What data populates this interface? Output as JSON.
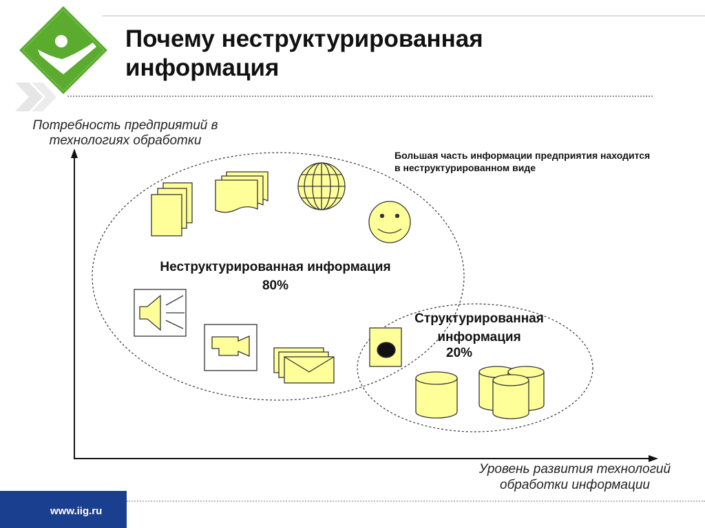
{
  "slide": {
    "title": "Почему неструктурированная информация",
    "note": "Большая часть информации предприятия находится в неструктурированном виде",
    "footer_url": "www.iig.ru"
  },
  "axes": {
    "y_label": "Потребность предприятий в технологиях обработки",
    "x_label": "Уровень развития технологий обработки информации"
  },
  "unstructured": {
    "label": "Неструктурированная информация",
    "percent": "80%",
    "icons": [
      "documents-icon",
      "papers-icon",
      "globe-icon",
      "smiley-icon",
      "speaker-icon",
      "video-camera-icon",
      "envelopes-icon"
    ]
  },
  "structured": {
    "label": "Структурированная информация",
    "percent": "20%",
    "icons": [
      "card-icon",
      "database-icon",
      "databases-icon"
    ]
  },
  "colors": {
    "icon_fill": "#ffff99",
    "logo_green": "#5aab2e",
    "footer_blue": "#1b3f8f"
  }
}
